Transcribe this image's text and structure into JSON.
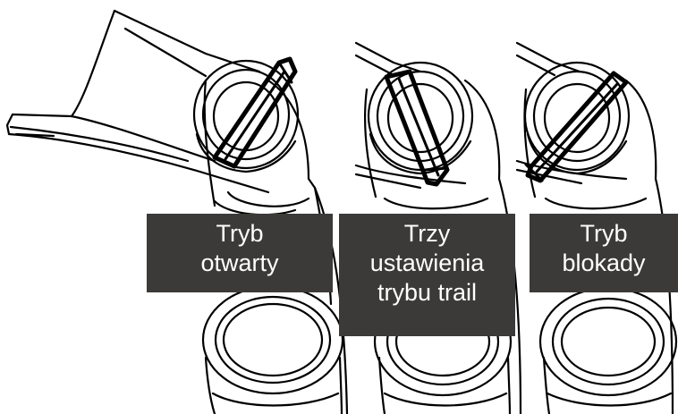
{
  "labels": {
    "open_mode": {
      "line1": "Tryb",
      "line2": "otwarty"
    },
    "trail_mode": {
      "line1": "Trzy",
      "line2": "ustawienia",
      "line3": "trybu trail"
    },
    "lock_mode": {
      "line1": "Tryb",
      "line2": "blokady"
    }
  },
  "colors": {
    "label_background": "#3c3a38",
    "label_text": "#ffffff",
    "line_art": "#000000",
    "background": "#ffffff"
  }
}
